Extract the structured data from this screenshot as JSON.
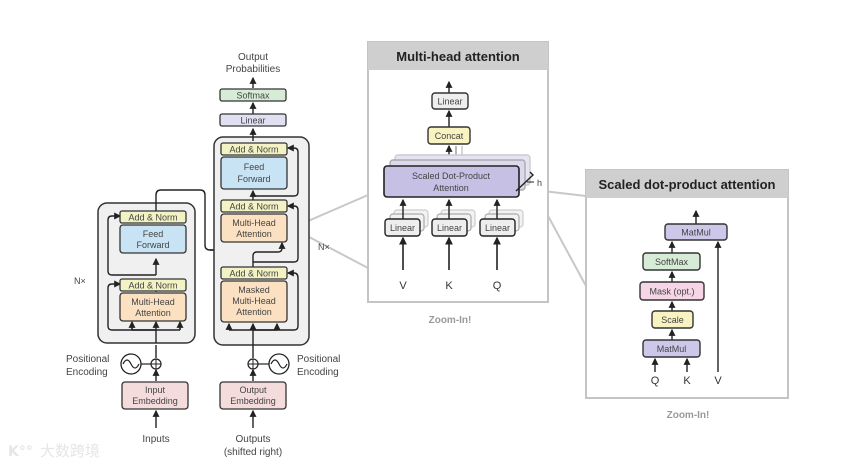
{
  "colors": {
    "add_norm": "#f2f2c4",
    "feed_forward": "#c8e4f4",
    "multi_head": "#fbe1c2",
    "embedding": "#f5dcdc",
    "softmax": "#d6ecd6",
    "linear": "#e0e0f2",
    "sdpa": "#c6c0e4",
    "concat": "#f8f3c0",
    "mask": "#f5d5e6",
    "scale": "#f8f3c0",
    "matmul": "#cdc8ea",
    "panel_header": "#cfcfcf",
    "panel_border": "#c4c4c4",
    "stack_bg": "#f0f0f0"
  },
  "transformer": {
    "output_probabilities": [
      "Output",
      "Probabilities"
    ],
    "softmax": "Softmax",
    "linear": "Linear",
    "encoder": {
      "add_norm_top": "Add & Norm",
      "feed_forward": [
        "Feed",
        "Forward"
      ],
      "add_norm_bottom": "Add & Norm",
      "multi_head": [
        "Multi-Head",
        "Attention"
      ],
      "repeat": "N×"
    },
    "decoder": {
      "add_norm_top": "Add & Norm",
      "feed_forward": [
        "Feed",
        "Forward"
      ],
      "add_norm_mid": "Add & Norm",
      "multi_head": [
        "Multi-Head",
        "Attention"
      ],
      "add_norm_bottom": "Add & Norm",
      "masked_multi_head": [
        "Masked",
        "Multi-Head",
        "Attention"
      ],
      "repeat": "N×"
    },
    "positional_encoding_left": [
      "Positional",
      "Encoding"
    ],
    "positional_encoding_right": [
      "Positional",
      "Encoding"
    ],
    "input_embedding": [
      "Input",
      "Embedding"
    ],
    "output_embedding": [
      "Output",
      "Embedding"
    ],
    "inputs": "Inputs",
    "outputs": [
      "Outputs",
      "(shifted right)"
    ]
  },
  "multi_head_panel": {
    "title": "Multi-head attention",
    "linear_top": "Linear",
    "concat": "Concat",
    "sdpa": [
      "Scaled Dot-Product",
      "Attention"
    ],
    "heads_label": "h",
    "linears": [
      "Linear",
      "Linear",
      "Linear"
    ],
    "inputs": [
      "V",
      "K",
      "Q"
    ],
    "caption": "Zoom-In!"
  },
  "sdpa_panel": {
    "title": "Scaled dot-product attention",
    "matmul_top": "MatMul",
    "softmax": "SoftMax",
    "mask": "Mask (opt.)",
    "scale": "Scale",
    "matmul_bottom": "MatMul",
    "inputs": [
      "Q",
      "K",
      "V"
    ],
    "caption": "Zoom-In!"
  },
  "watermark": "大数跨境"
}
